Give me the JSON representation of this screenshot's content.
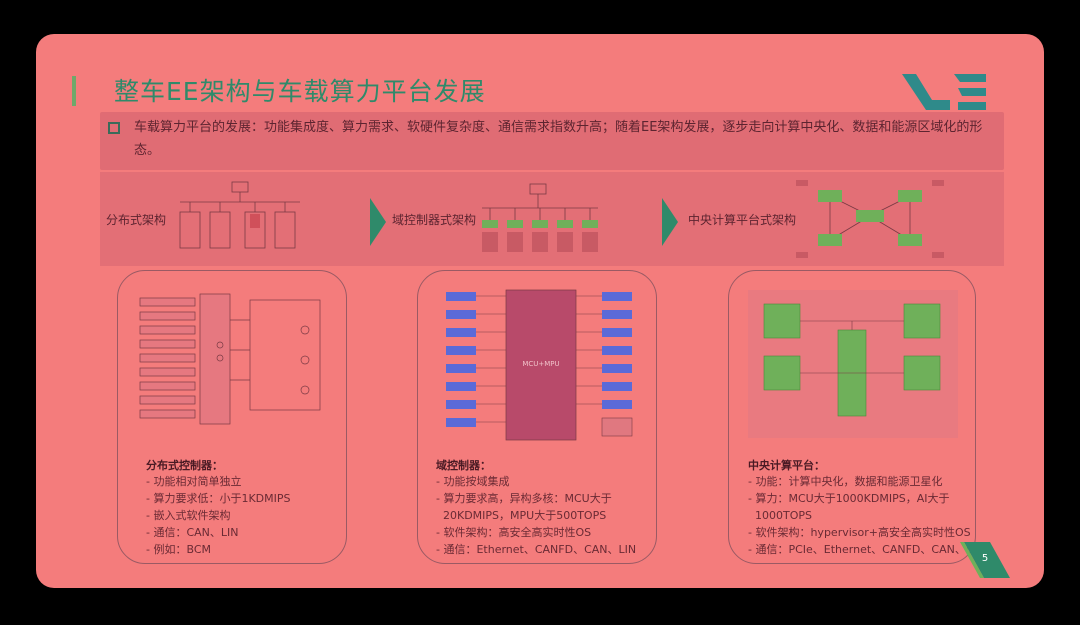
{
  "title": "整车EE架构与车载算力平台发展",
  "bullet": "车载算力平台的发展：功能集成度、算力需求、软硬件复杂度、通信需求指数升高；随着EE架构发展，逐步走向计算中央化、数据和能源区域化的形态。",
  "architectures": [
    {
      "label": "分布式架构"
    },
    {
      "label": "域控制器式架构"
    },
    {
      "label": "中央计算平台式架构"
    }
  ],
  "cards": [
    {
      "title": "分布式控制器：",
      "lines": [
        "- 功能相对简单独立",
        "- 算力要求低：小于1KDMIPS",
        "- 嵌入式软件架构",
        "- 通信：CAN、LIN",
        "- 例如：BCM"
      ]
    },
    {
      "title": "域控制器：",
      "lines": [
        "- 功能按域集成",
        "- 算力要求高，异构多核：MCU大于",
        "  20KDMIPS，MPU大于500TOPS",
        "- 软件架构：高安全高实时性OS",
        "- 通信：Ethernet、CANFD、CAN、LIN"
      ]
    },
    {
      "title": "中央计算平台：",
      "lines": [
        "- 功能：计算中央化，数据和能源卫星化",
        "- 算力：MCU大于1000KDMIPS，AI大于",
        "  1000TOPS",
        "- 软件架构：hypervisor+高安全高实时性OS",
        "- 通信：PCIe、Ethernet、CANFD、CAN、LIN"
      ]
    }
  ],
  "diagram_labels": {
    "mcu_mpu": "MCU+MPU"
  },
  "page_number": "5",
  "colors": {
    "slide_bg": "#f47c7c",
    "accent_green": "#2f8a6a",
    "block_blue": "#5a6ad8",
    "block_green": "#6fb05a"
  }
}
